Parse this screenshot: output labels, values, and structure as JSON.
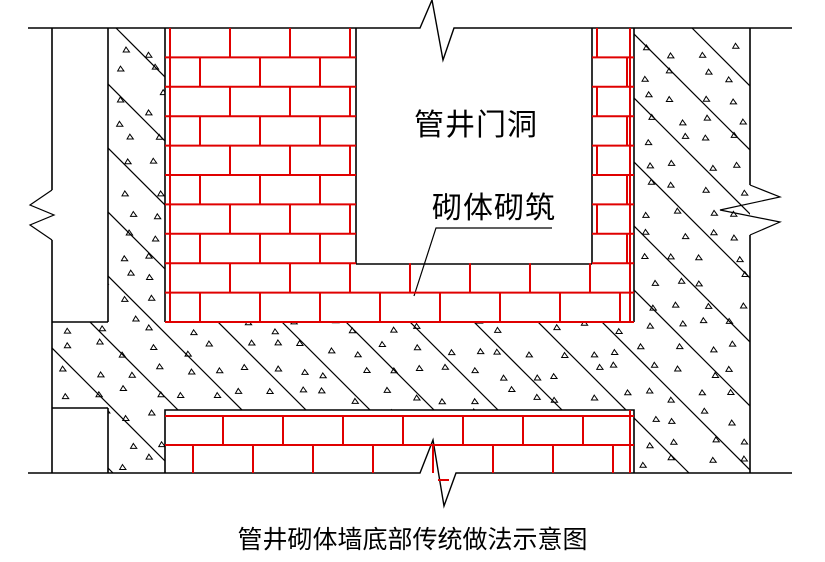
{
  "labels": {
    "door_opening": "管井门洞",
    "masonry": "砌体砌筑",
    "caption": "管井砌体墙底部传统做法示意图"
  },
  "colors": {
    "line": "#000000",
    "brick": "#e00000",
    "background": "#ffffff"
  }
}
